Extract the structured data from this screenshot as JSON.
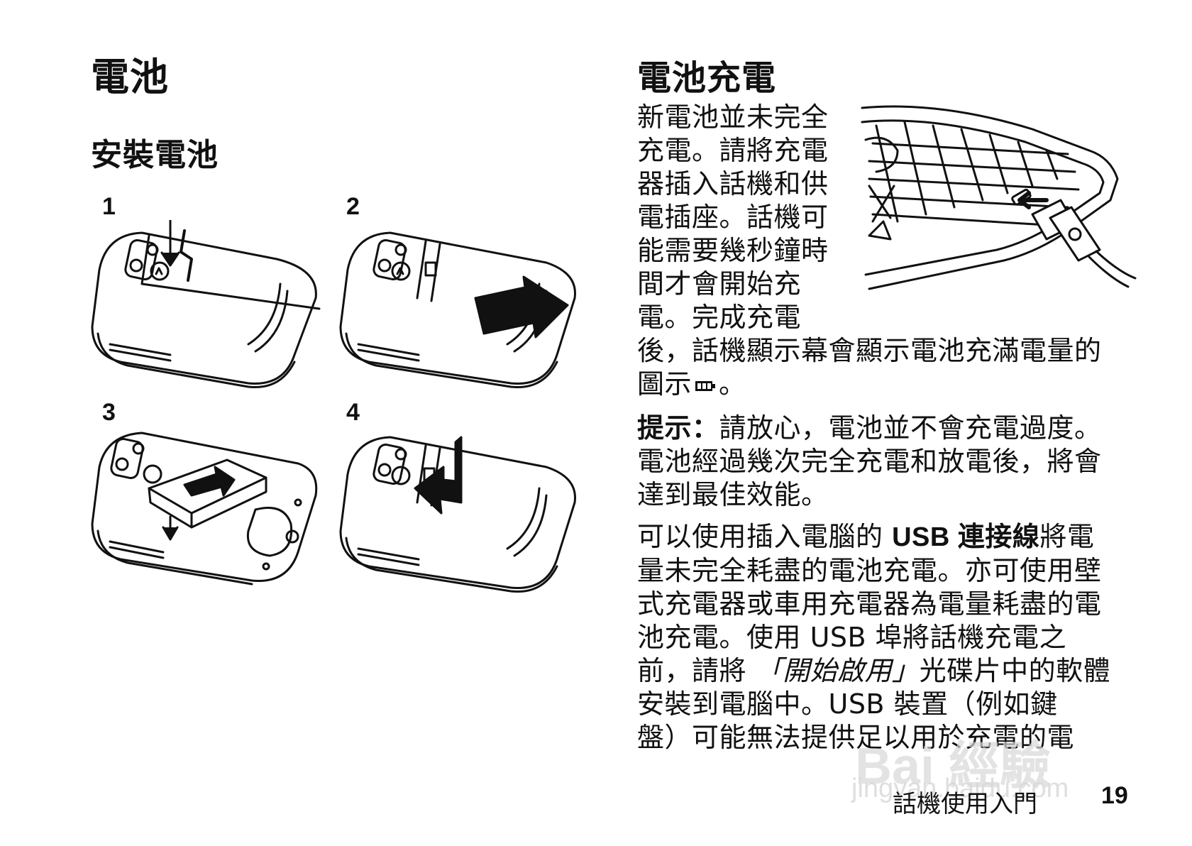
{
  "left": {
    "title": "電池",
    "subtitle": "安裝電池",
    "steps": [
      "1",
      "2",
      "3",
      "4"
    ]
  },
  "right": {
    "title": "電池充電",
    "para1_lines": [
      "新電池並未完全",
      "充電。請將充電",
      "器插入話機和供",
      "電插座。話機可",
      "能需要幾秒鐘時",
      "間才會開始充",
      "電。完成充電",
      "後，話機顯示幕會顯示電池充滿電量的"
    ],
    "para1_end_pre": "圖示",
    "para1_end_post": "。",
    "battery_icon": "battery-full-icon",
    "tip_label": "提示：",
    "tip_line1": "請放心，電池並不會充電過度。",
    "tip_lines": [
      "電池經過幾次完全充電和放電後，將會",
      "達到最佳效能。"
    ],
    "para3_l1_pre": "可以使用插入電腦的 ",
    "para3_l1_bold": "USB 連接線",
    "para3_l1_post": "將電",
    "para3_lines_mid": [
      "量未完全耗盡的電池充電。亦可使用壁",
      "式充電器或車用充電器為電量耗盡的電",
      "池充電。使用 USB 埠將話機充電之"
    ],
    "para3_l5_pre": "前，請將 ",
    "para3_l5_italic": "「開始啟用」",
    "para3_l5_post": "光碟片中的軟體",
    "para3_lines_end": [
      "安裝到電腦中。USB 裝置（例如鍵",
      "盤）可能無法提供足以用於充電的電"
    ]
  },
  "footer": {
    "section": "話機使用入門",
    "page": "19"
  },
  "watermark": {
    "logo": "Bai 經驗",
    "url": "jingyan.baidu.com"
  }
}
